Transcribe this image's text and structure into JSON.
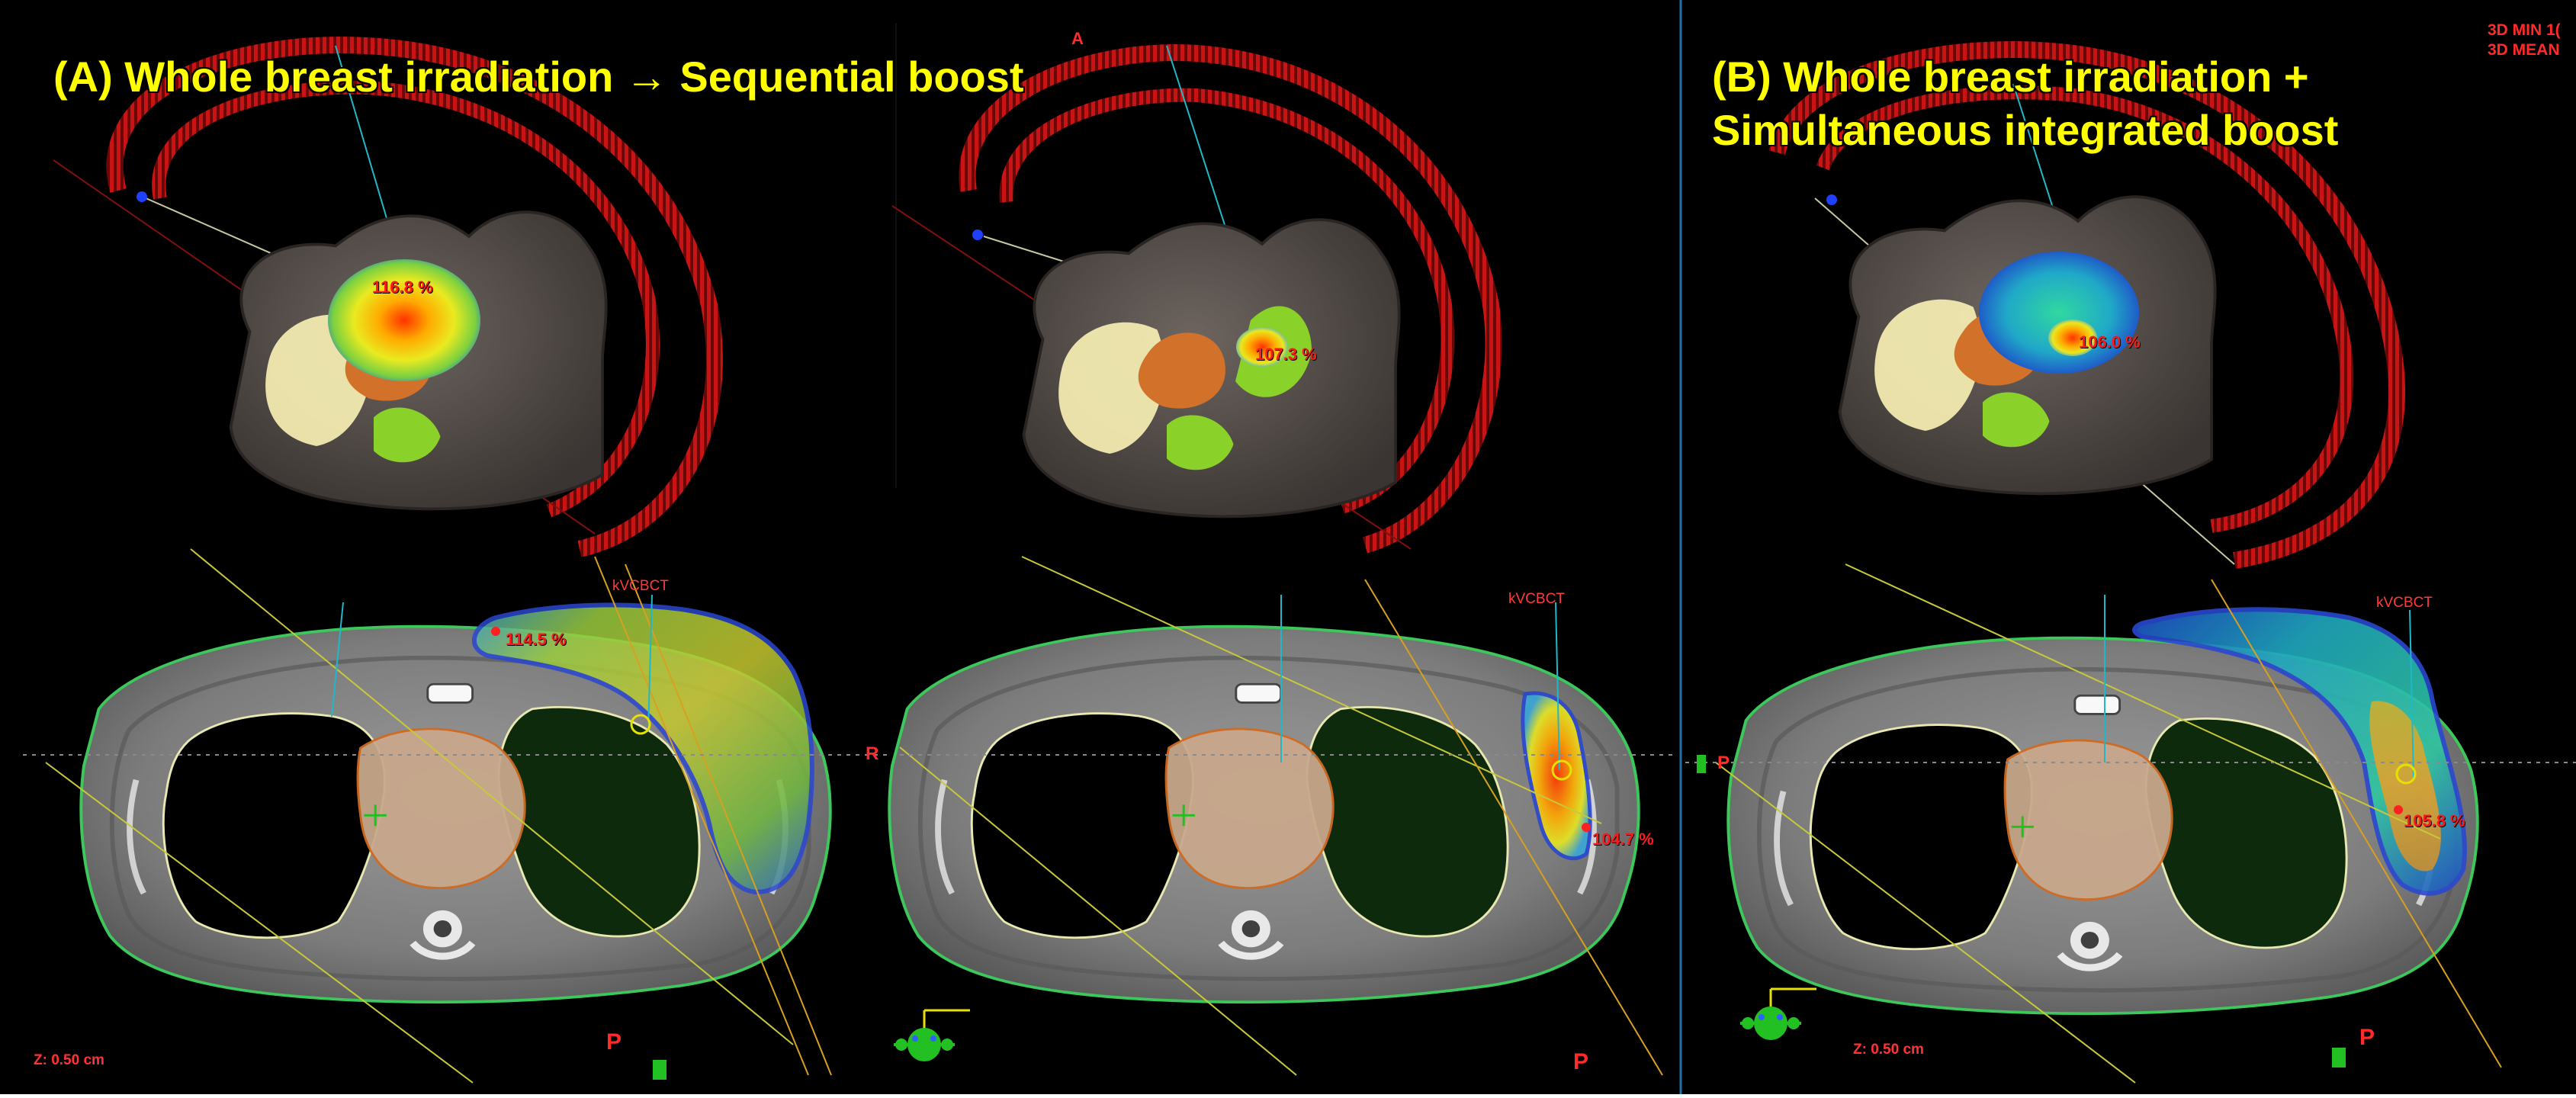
{
  "panels": {
    "a": {
      "title": "(A) Whole breast irradiation → Sequential boost"
    },
    "b": {
      "title_line1": "(B) Whole breast irradiation +",
      "title_line2": "Simultaneous integrated boost"
    }
  },
  "dose_labels": {
    "a_wbi_3d": "116.8 %",
    "a_boost_3d": "107.3 %",
    "b_3d": "106.0 %",
    "a_wbi_axial": "114.5 %",
    "a_boost_axial": "104.7 %",
    "b_axial": "105.8 %"
  },
  "corner_labels": {
    "min": "3D MIN 1(",
    "mean": "3D MEAN"
  },
  "view_labels": {
    "kvcbct": "kVCBCT",
    "zoom_a": "Z: 0.50 cm",
    "zoom_b": "Z: 0.50 cm",
    "p": "P",
    "r": "R",
    "a": "A"
  },
  "colors": {
    "background": "#000000",
    "title": "#ffff00",
    "arc": "#b01010",
    "body_contour": "#3cc85a",
    "heart": "#c8a88c",
    "lung_left": "#0e2a0c",
    "beam_line": "#d8d040"
  }
}
